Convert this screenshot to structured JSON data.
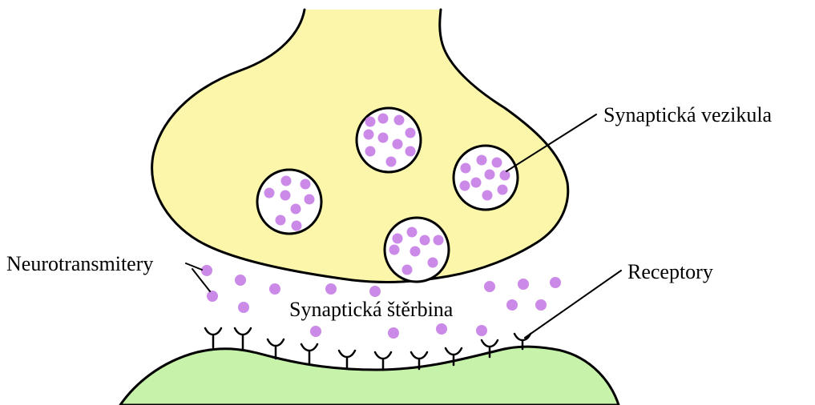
{
  "labels": {
    "vesicle": "Synaptická vezikula",
    "neurotransmitters": "Neurotransmitery",
    "cleft": "Synaptická štěrbina",
    "receptors": "Receptory"
  },
  "colors": {
    "presynaptic": "#fbf6aa",
    "postsynaptic": "#c6f2a9",
    "vesicle": "#ffffff",
    "neurotransmitter": "#cc8ae8",
    "outline": "#000000",
    "cleft": "#ffffff"
  }
}
